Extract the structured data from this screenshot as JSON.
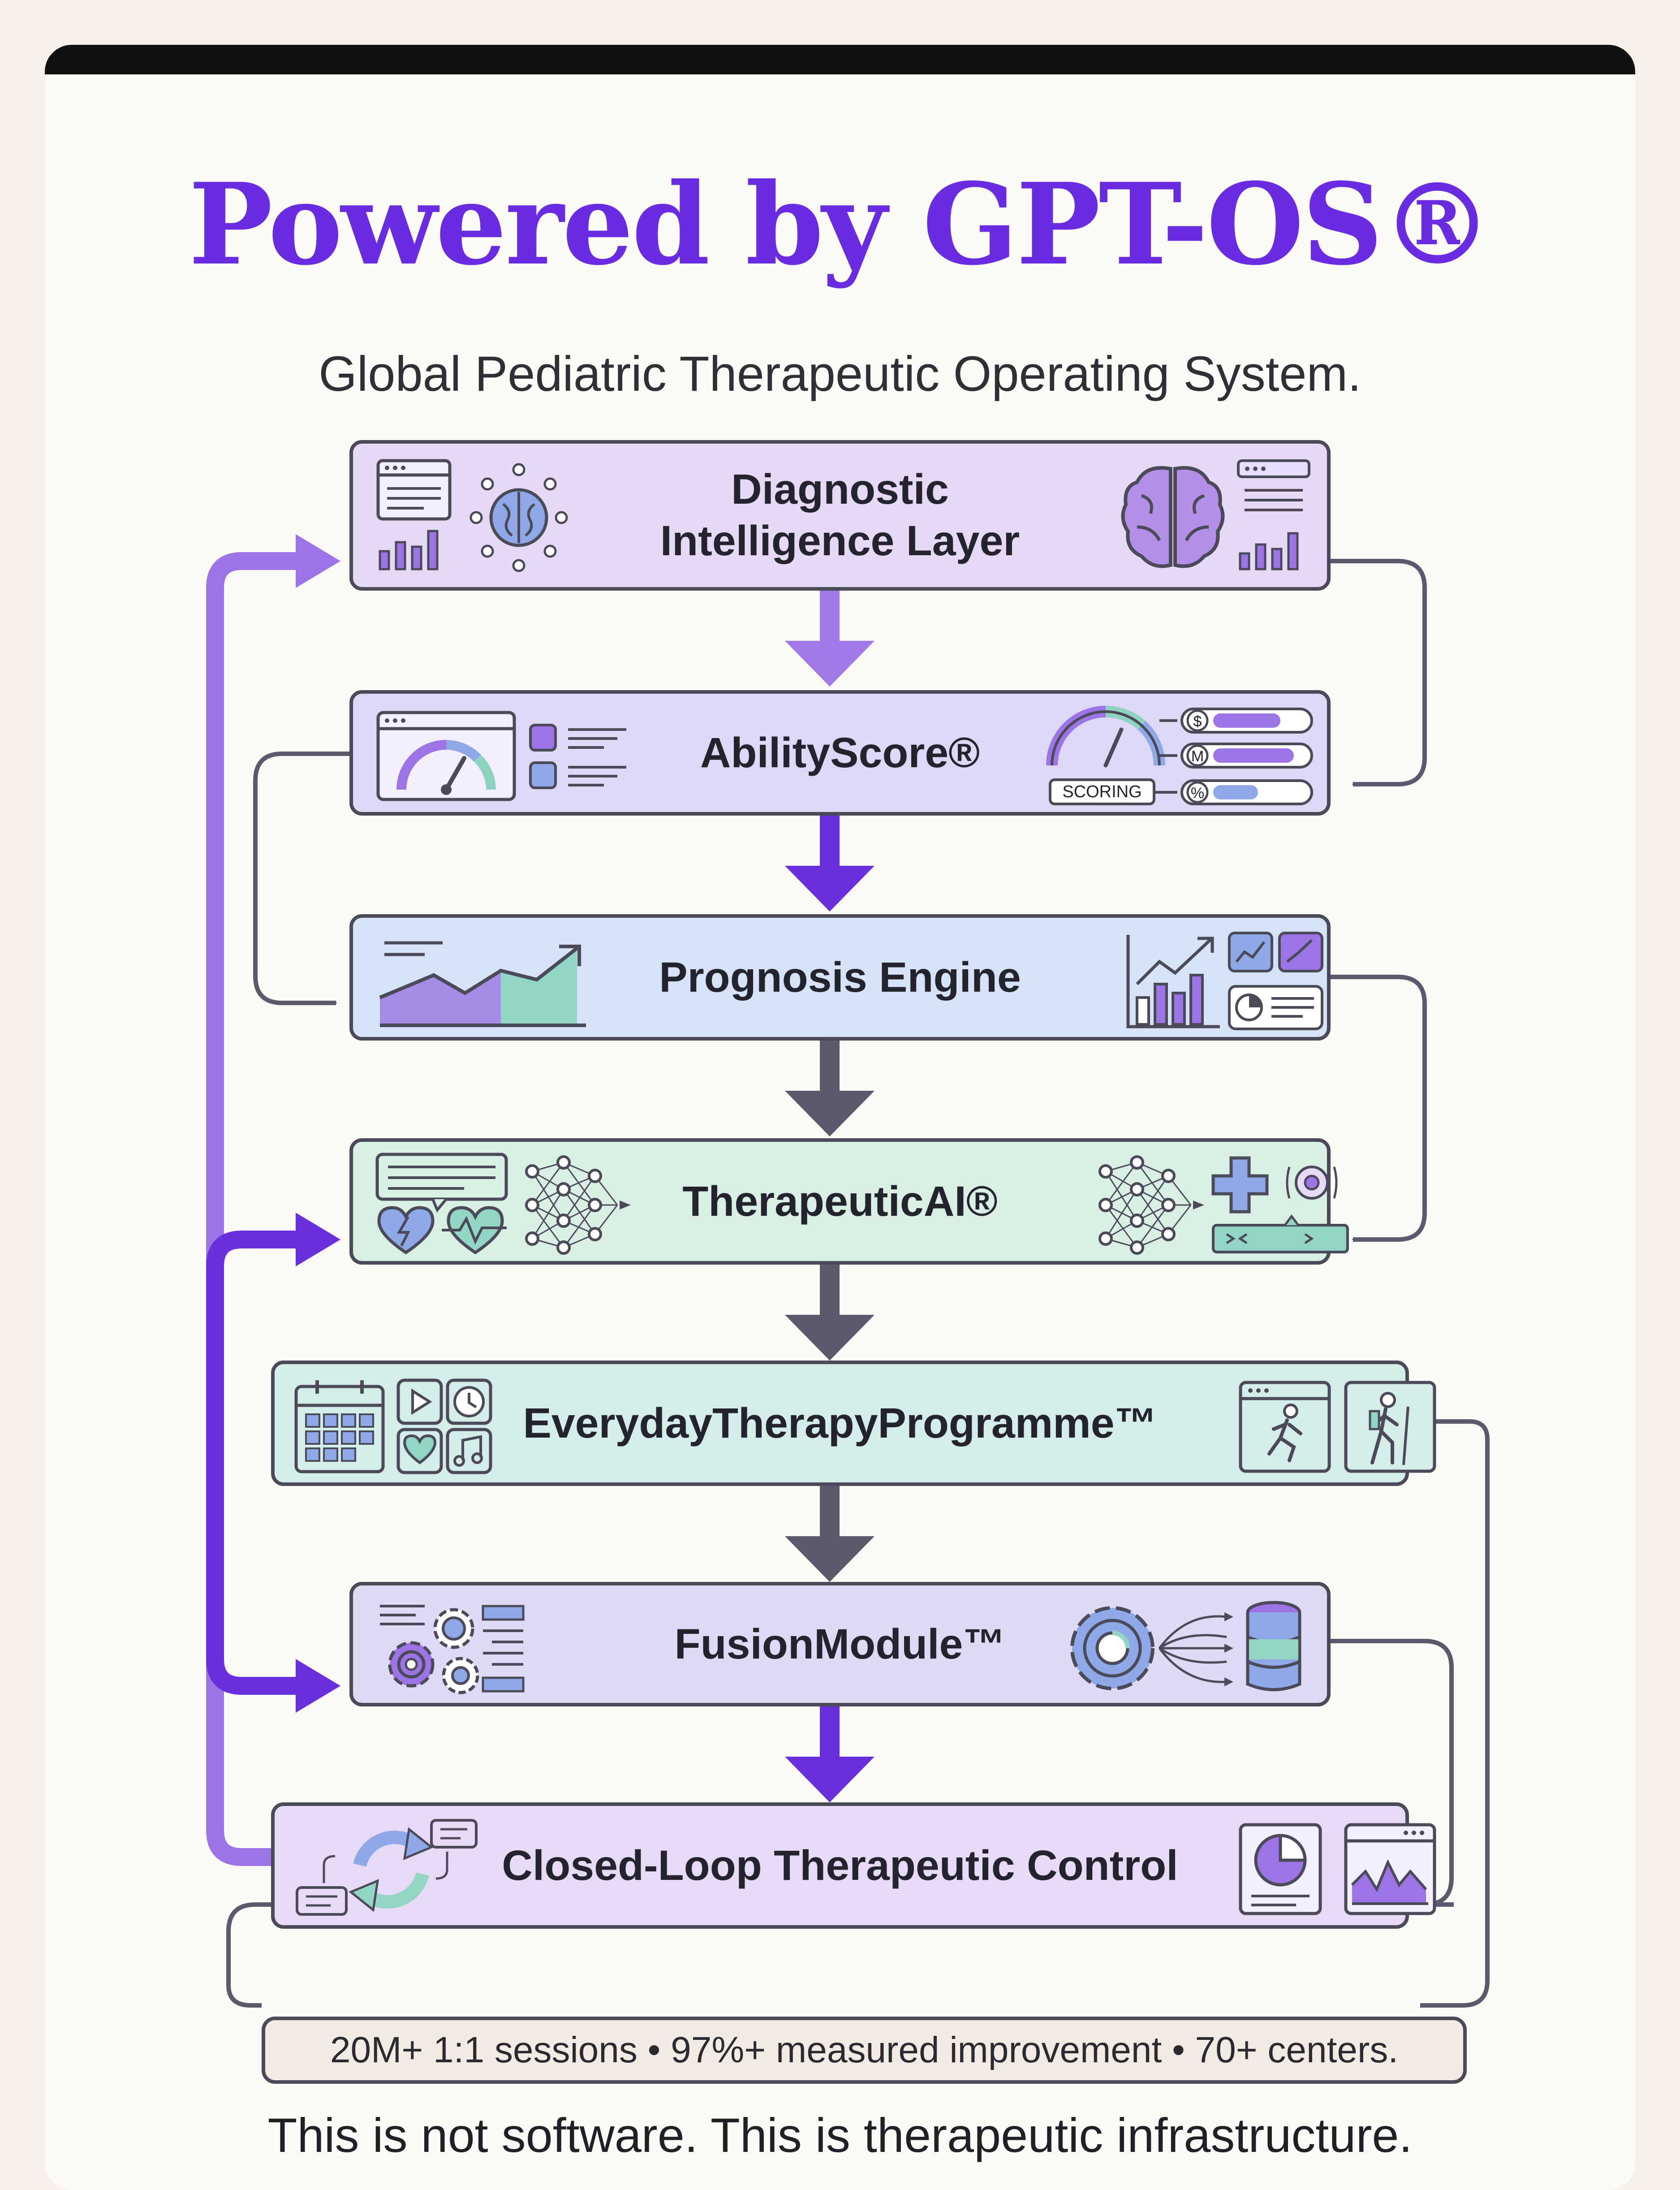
{
  "title": "Powered by GPT-OS®",
  "subtitle": "Global Pediatric Therapeutic Operating System.",
  "layers": [
    {
      "label": "Diagnostic\nIntelligence Layer",
      "color": "#e6d9f5"
    },
    {
      "label": "AbilityScore®",
      "color": "#ddd8f5"
    },
    {
      "label": "Prognosis Engine",
      "color": "#d6e2f7"
    },
    {
      "label": "TherapeuticAI®",
      "color": "#d9efe3"
    },
    {
      "label": "EverydayTherapyProgramme™",
      "color": "#d5ede9"
    },
    {
      "label": "FusionModule™",
      "color": "#dedaf6"
    },
    {
      "label": "Closed-Loop Therapeutic Control",
      "color": "#e6daf6"
    }
  ],
  "icon_labels": {
    "scoring": "SCORING",
    "dollar": "$",
    "m": "M",
    "percent": "%"
  },
  "stats": "20M+ 1:1 sessions • 97%+ measured improvement • 70+ centers.",
  "tagline": "This is not software. This is therapeutic infrastructure.",
  "colors": {
    "accent": "#6a2ce0",
    "arrow_dark": "#5a5a6c",
    "arrow_purple": "#8e5ee6",
    "arrow_deep": "#6a30dc",
    "border": "#4a4a58"
  }
}
